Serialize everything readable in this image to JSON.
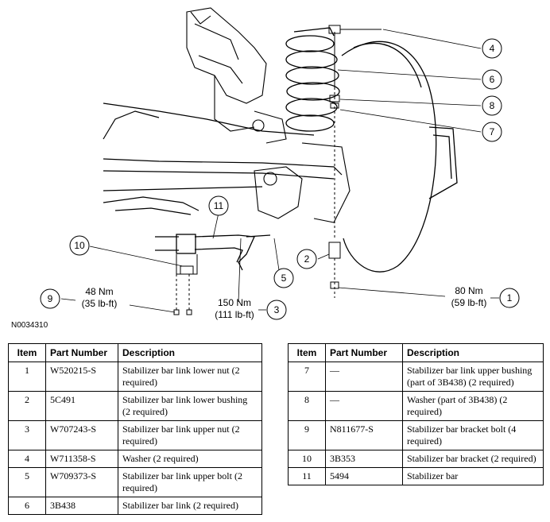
{
  "figure_id": "N0034310",
  "callouts": [
    {
      "num": "1",
      "torque_nm": "80 Nm",
      "torque_lbft": "(59 lb-ft)"
    },
    {
      "num": "2"
    },
    {
      "num": "3",
      "torque_nm": "150 Nm",
      "torque_lbft": "(111 lb-ft)"
    },
    {
      "num": "4"
    },
    {
      "num": "5"
    },
    {
      "num": "6"
    },
    {
      "num": "7"
    },
    {
      "num": "8"
    },
    {
      "num": "9",
      "torque_nm": "48 Nm",
      "torque_lbft": "(35 lb-ft)"
    },
    {
      "num": "10"
    },
    {
      "num": "11"
    }
  ],
  "table_headers": {
    "item": "Item",
    "part_number": "Part Number",
    "description": "Description"
  },
  "table_left": [
    {
      "item": "1",
      "part": "W520215-S",
      "desc": "Stabilizer bar link lower nut (2 required)"
    },
    {
      "item": "2",
      "part": "5C491",
      "desc": "Stabilizer bar link lower bushing (2 required)"
    },
    {
      "item": "3",
      "part": "W707243-S",
      "desc": "Stabilizer bar link upper nut (2 required)"
    },
    {
      "item": "4",
      "part": "W711358-S",
      "desc": "Washer (2 required)"
    },
    {
      "item": "5",
      "part": "W709373-S",
      "desc": "Stabilizer bar link upper bolt (2 required)"
    },
    {
      "item": "6",
      "part": "3B438",
      "desc": "Stabilizer bar link (2 required)"
    }
  ],
  "table_right": [
    {
      "item": "7",
      "part": "—",
      "desc": "Stabilizer bar link upper bushing (part of 3B438) (2 required)"
    },
    {
      "item": "8",
      "part": "—",
      "desc": "Washer (part of 3B438) (2 required)"
    },
    {
      "item": "9",
      "part": "N811677-S",
      "desc": "Stabilizer bar bracket bolt (4 required)"
    },
    {
      "item": "10",
      "part": "3B353",
      "desc": "Stabilizer bar bracket (2 required)"
    },
    {
      "item": "11",
      "part": "5494",
      "desc": "Stabilizer bar"
    }
  ]
}
